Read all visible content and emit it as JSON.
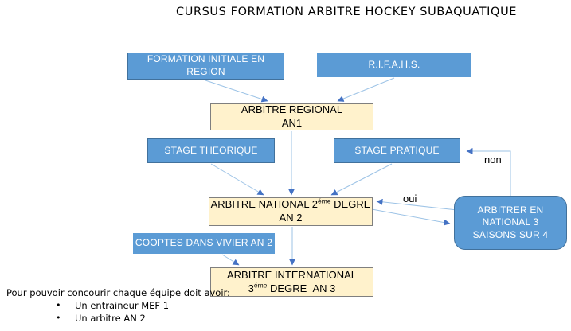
{
  "title": "CURSUS FORMATION ARBITRE HOCKEY SUBAQUATIQUE",
  "colors": {
    "box_blue": "#5B9BD5",
    "box_blue_border": "#41719C",
    "box_cream": "#FFF2CC",
    "box_cream_border": "#7F7F7F",
    "arrow_line": "#9DC3E6",
    "arrow_head": "#4472C4",
    "text_dark": "#000000",
    "text_light": "#FFFFFF"
  },
  "nodes": {
    "formation_initiale": {
      "label": "FORMATION INITIALE EN REGION"
    },
    "rifahs": {
      "label": "R.I.F.A.H.S."
    },
    "arbitre_regional": {
      "line1": "ARBITRE REGIONAL",
      "line2": "AN1"
    },
    "stage_theorique": {
      "label": "STAGE THEORIQUE"
    },
    "stage_pratique": {
      "label": "STAGE PRATIQUE"
    },
    "arbitre_national": {
      "line1_prefix": "ARBITRE NATIONAL 2",
      "line1_sup": "éme",
      "line1_suffix": " DEGRE",
      "line2": "AN 2"
    },
    "cooptes": {
      "label": "COOPTES DANS VIVIER AN 2"
    },
    "arbitre_international": {
      "line1": "ARBITRE INTERNATIONAL",
      "line2_prefix": "3",
      "line2_sup": "éme",
      "line2_suffix": " DEGRE  AN 3"
    },
    "arbitrer_national3": {
      "label": "ARBITRER EN NATIONAL 3 SAISONS SUR 4"
    }
  },
  "edge_labels": {
    "non": "non",
    "oui": "oui"
  },
  "footnote": {
    "intro": "Pour pouvoir concourir chaque équipe doit avoir:",
    "bullets": [
      "Un entraineur MEF 1",
      "Un arbitre AN 2"
    ]
  }
}
